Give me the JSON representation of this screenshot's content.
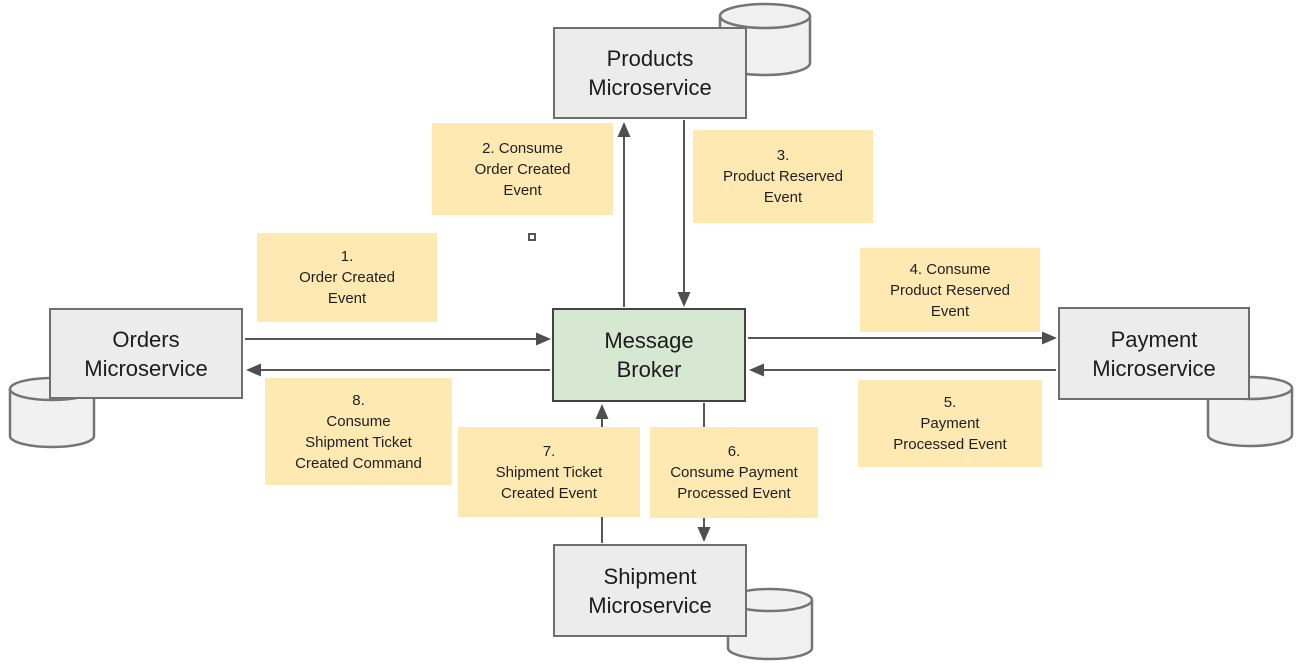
{
  "diagram": {
    "type": "microservices-event-flow-diagram",
    "colors": {
      "service_fill": "#ececec",
      "service_border": "#6f6f6f",
      "broker_fill": "#d7e8d2",
      "broker_border": "#434343",
      "event_label_fill": "#ffe9b3",
      "database_fill": "#f1f1f1",
      "database_border": "#757575",
      "arrow_color": "#565656",
      "text_color": "#1c1c1c"
    },
    "nodes": {
      "products": {
        "label": "Products\nMicroservice"
      },
      "orders": {
        "label": "Orders\nMicroservice"
      },
      "payment": {
        "label": "Payment\nMicroservice"
      },
      "shipment": {
        "label": "Shipment\nMicroservice"
      },
      "broker": {
        "label": "Message\nBroker"
      }
    },
    "event_labels": {
      "e1": {
        "text": "1.\nOrder Created\nEvent"
      },
      "e2": {
        "text": "2. Consume\nOrder Created\nEvent"
      },
      "e3": {
        "text": "3.\nProduct Reserved\nEvent"
      },
      "e4": {
        "text": "4. Consume\nProduct Reserved\nEvent"
      },
      "e5": {
        "text": "5.\nPayment\nProcessed Event"
      },
      "e6": {
        "text": "6.\nConsume Payment\nProcessed Event"
      },
      "e7": {
        "text": "7.\nShipment Ticket\nCreated Event"
      },
      "e8": {
        "text": "8.\nConsume\nShipment Ticket\nCreated Command"
      }
    },
    "flows": [
      {
        "from": "orders",
        "to": "broker",
        "label": "1"
      },
      {
        "from": "broker",
        "to": "products",
        "label": "2"
      },
      {
        "from": "products",
        "to": "broker",
        "label": "3"
      },
      {
        "from": "broker",
        "to": "payment",
        "label": "4"
      },
      {
        "from": "payment",
        "to": "broker",
        "label": "5"
      },
      {
        "from": "broker",
        "to": "shipment",
        "label": "6"
      },
      {
        "from": "shipment",
        "to": "broker",
        "label": "7"
      },
      {
        "from": "broker",
        "to": "orders",
        "label": "8"
      }
    ]
  }
}
